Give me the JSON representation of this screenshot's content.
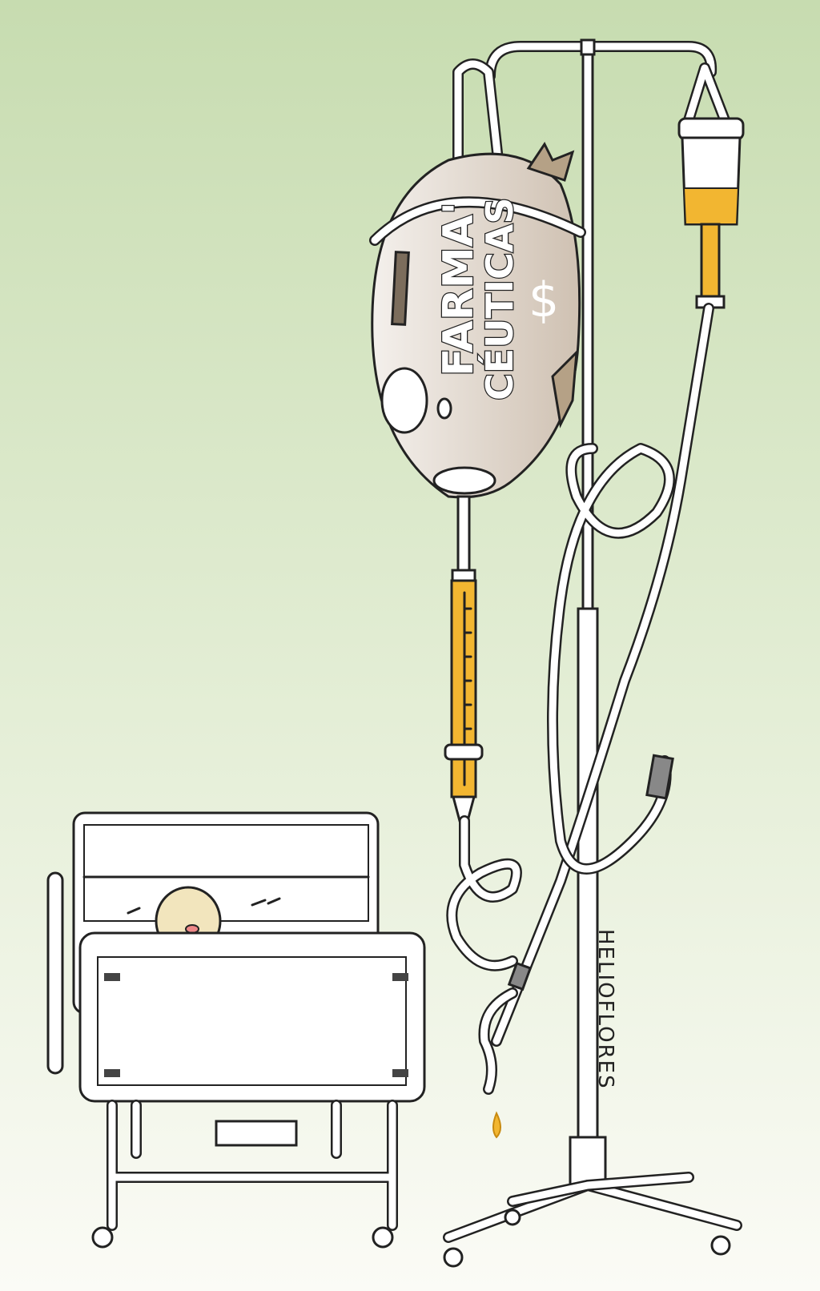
{
  "cartoon": {
    "piggy_bank_label_line1": "FARMA'",
    "piggy_bank_label_line2": "CÉUTICAS",
    "dollar_sign": "$",
    "signature": "HELIOFLORES"
  },
  "colors": {
    "background_top": "#c7dcb0",
    "background_bottom": "#fbfbf6",
    "piggy_bank": "#e3d9cf",
    "piggy_accent": "#b5a186",
    "fluid": "#f2b631"
  }
}
